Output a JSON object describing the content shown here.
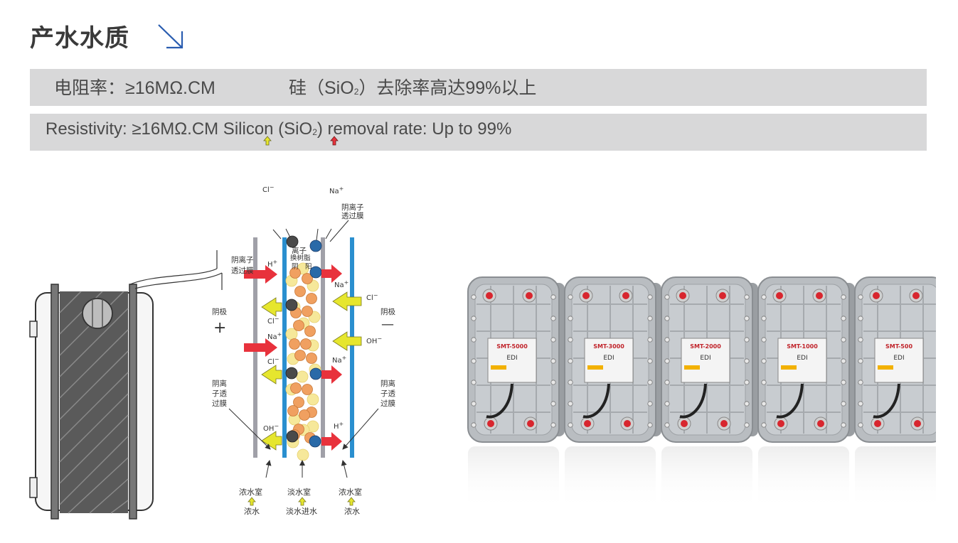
{
  "heading": {
    "title": "产水水质"
  },
  "spec_cn": {
    "resistivity": "电阻率：≥16MΩ.CM",
    "silicon_prefix": "硅（SiO",
    "silicon_sub": "2",
    "silicon_suffix": "）去除率高达99%以上"
  },
  "spec_en": {
    "prefix": "Resistivity: ≥16MΩ.CM Silicon (SiO",
    "sub": "2",
    "suffix": ") removal rate: Up to 99%"
  },
  "diagram": {
    "ion_cl": "Cl",
    "ion_na": "Na",
    "ion_h": "H",
    "ion_oh": "OH",
    "sup_minus": "−",
    "sup_plus": "+",
    "membrane_top_l1": "阴离子",
    "membrane_top_l2": "透过膜",
    "membrane_left_l1": "阴离子",
    "membrane_left_l2": "透过膜",
    "resin_l1": "离子",
    "resin_l2": "换树脂",
    "resin_l3": "阴　阳",
    "cathode_left": "阴极",
    "cathode_right": "阴极",
    "sym_plus": "+",
    "sym_minus": "—",
    "mem_bottom_left": [
      "阴离",
      "子透",
      "过膜"
    ],
    "mem_bottom_right": [
      "阴离",
      "子透",
      "过膜"
    ],
    "chamber_conc": "浓水室",
    "chamber_dilute": "淡水室",
    "out_conc": "浓水",
    "out_dilute_in": "淡水进水"
  },
  "modules": [
    {
      "model": "SMT-5000",
      "type": "EDI"
    },
    {
      "model": "SMT-3000",
      "type": "EDI"
    },
    {
      "model": "SMT-2000",
      "type": "EDI"
    },
    {
      "model": "SMT-1000",
      "type": "EDI"
    },
    {
      "model": "SMT-500",
      "type": "EDI"
    }
  ],
  "colors": {
    "bar_bg": "#d8d8d9",
    "arrow_red": "#e8323c",
    "arrow_yellow": "#e6e62e",
    "membrane_blue": "#2a8fcf",
    "membrane_gray": "#a0a0a8",
    "resin_orange": "#f0a060",
    "resin_yellow": "#f6e89a",
    "title_arrow": "#2a5db0"
  }
}
